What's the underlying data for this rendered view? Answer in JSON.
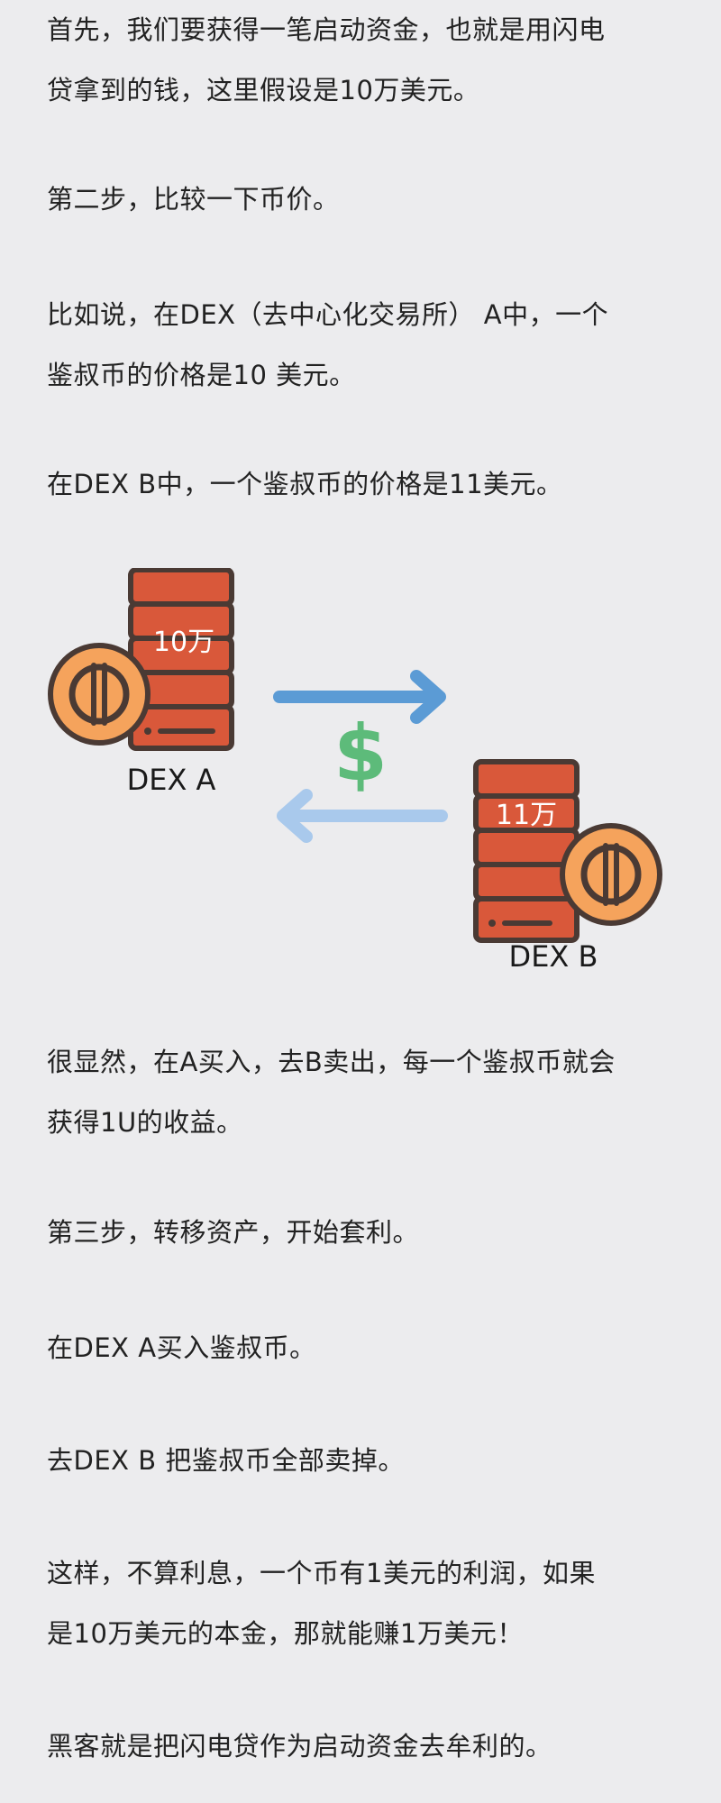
{
  "paragraphs": [
    [
      "首先，我们要获得一笔启动资金，也就是用闪电",
      "贷拿到的钱，这里假设是10万美元。"
    ],
    [
      "第二步，比较一下币价。"
    ],
    [
      "比如说，在DEX（去中心化交易所） A中，一个",
      "鉴叔币的价格是10 美元。"
    ],
    [
      "在DEX B中，一个鉴叔币的价格是11美元。"
    ],
    [
      "很显然，在A买入，去B卖出，每一个鉴叔币就会",
      "获得1U的收益。"
    ],
    [
      "第三步，转移资产，开始套利。"
    ],
    [
      "在DEX A买入鉴叔币。"
    ],
    [
      "去DEX B 把鉴叔币全部卖掉。"
    ],
    [
      "这样，不算利息，一个币有1美元的利润，如果",
      "是10万美元的本金，那就能赚1万美元！"
    ],
    [
      "黑客就是把闪电贷作为启动资金去牟利的。"
    ]
  ],
  "diagram": {
    "dex_a": {
      "label": "DEX A",
      "amount": "10万"
    },
    "dex_b": {
      "label": "DEX B",
      "amount": "11万"
    },
    "dollar": "$",
    "colors": {
      "server": "#d9583a",
      "server_outline": "#4a3a34",
      "coin": "#f5a35c",
      "arrow_top": "#5b9bd5",
      "arrow_bottom": "#a9c9ec",
      "dollar": "#5dbb7a"
    }
  }
}
